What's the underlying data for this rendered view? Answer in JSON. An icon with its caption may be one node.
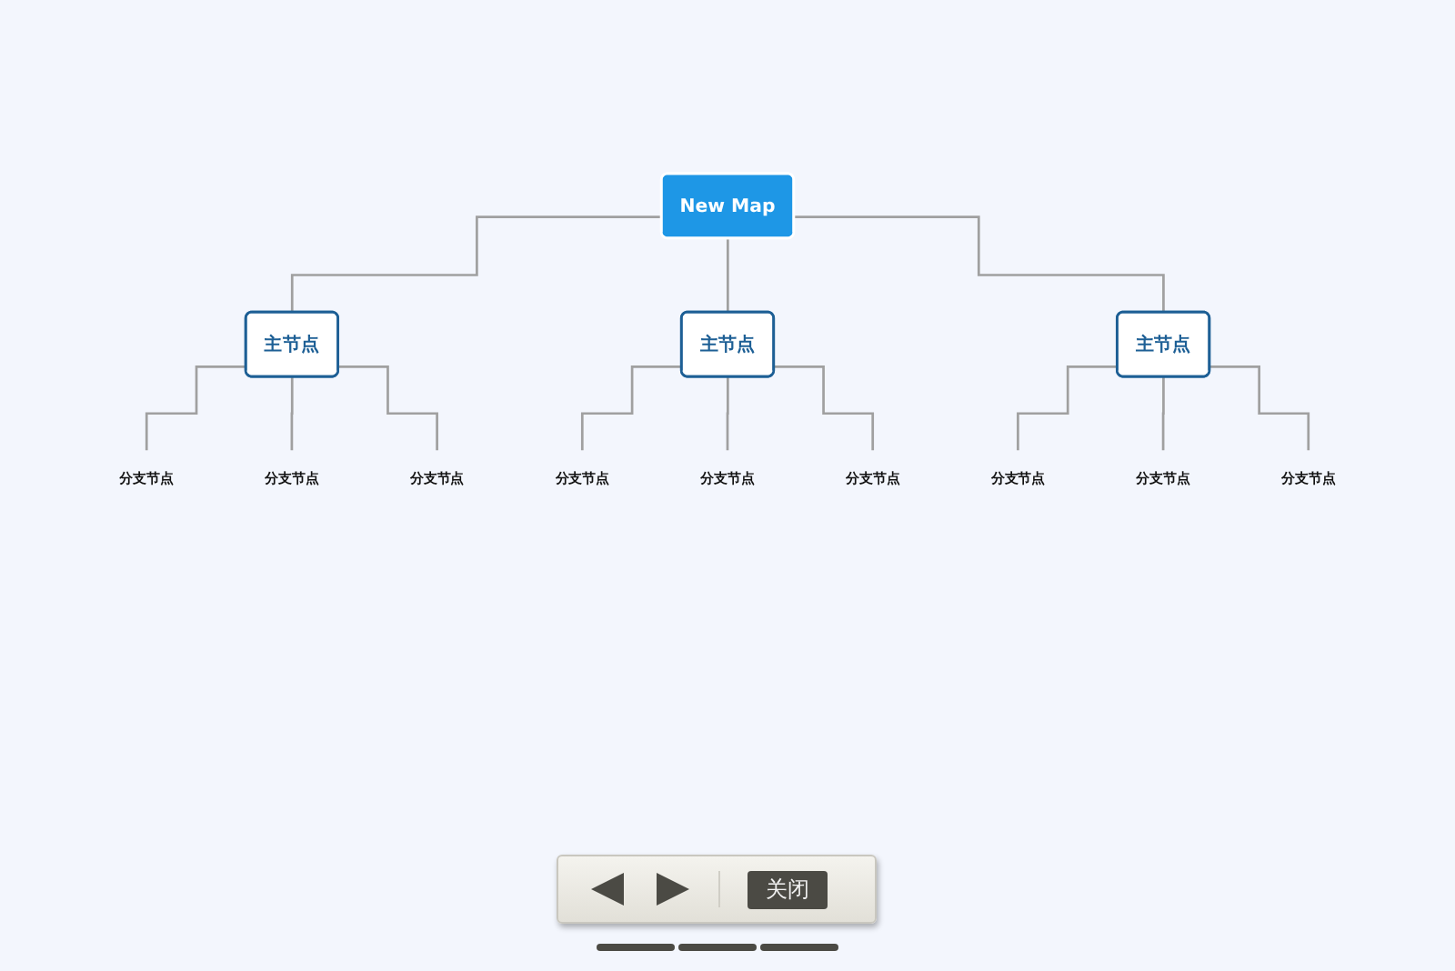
{
  "diagram": {
    "nodes": [
      {
        "text": [
          "New Map"
        ]
      },
      {
        "text": [
          "主节点"
        ]
      },
      {
        "text": [
          "主节点"
        ]
      },
      {
        "text": [
          "主节点"
        ]
      },
      {
        "text": [
          "分支节点"
        ]
      },
      {
        "text": [
          "分支节点"
        ]
      },
      {
        "text": [
          "分支节点"
        ]
      },
      {
        "text": [
          "分支节点"
        ]
      },
      {
        "text": [
          "分支节点"
        ]
      },
      {
        "text": [
          "分支节点"
        ]
      },
      {
        "text": [
          "分支节点"
        ]
      },
      {
        "text": [
          "分支节点"
        ]
      },
      {
        "text": [
          "分支节点"
        ]
      }
    ],
    "edges": [
      {
        "from": 0,
        "to": 1,
        "arrow": "none"
      },
      {
        "from": 0,
        "to": 2,
        "arrow": "none"
      },
      {
        "from": 0,
        "to": 3,
        "arrow": "none"
      },
      {
        "from": 1,
        "to": 4,
        "arrow": "none"
      },
      {
        "from": 1,
        "to": 5,
        "arrow": "none"
      },
      {
        "from": 1,
        "to": 6,
        "arrow": "none"
      },
      {
        "from": 2,
        "to": 7,
        "arrow": "none"
      },
      {
        "from": 2,
        "to": 8,
        "arrow": "none"
      },
      {
        "from": 2,
        "to": 9,
        "arrow": "none"
      },
      {
        "from": 3,
        "to": 10,
        "arrow": "none"
      },
      {
        "from": 3,
        "to": 11,
        "arrow": "none"
      },
      {
        "from": 3,
        "to": 12,
        "arrow": "none"
      }
    ],
    "labels": [
      "关闭"
    ]
  }
}
